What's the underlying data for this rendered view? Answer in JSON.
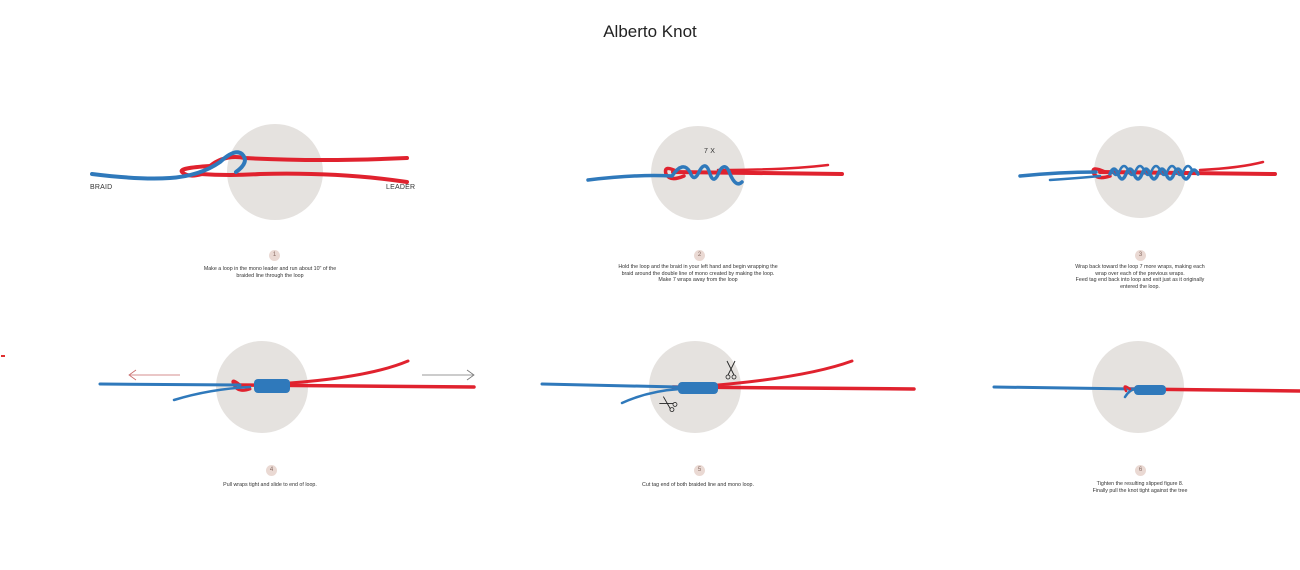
{
  "title": "Alberto Knot",
  "colors": {
    "braid": "#2f79bb",
    "mono": "#e0222e",
    "circle": "#e5e2df",
    "badge": "#ead9d3",
    "arrow": "#c86a6a"
  },
  "labels": {
    "braid": "BRAID",
    "leader": "LEADER",
    "wraps": "7 X"
  },
  "steps": [
    {
      "number": "1",
      "lines": [
        "Make a loop in the mono leader and run about 10\" of the",
        "braided line through the loop"
      ]
    },
    {
      "number": "2",
      "lines": [
        "Hold the loop and the braid in your left hand and begin wrapping the",
        "braid around the double line of mono created by making the loop.",
        "Make 7 wraps away from the loop"
      ]
    },
    {
      "number": "3",
      "lines": [
        "Wrap back toward the loop 7 more wraps, making each",
        "wrap over each of the previous wraps.",
        "Feed tag end back into loop and exit just as it originally",
        "entered the loop."
      ]
    },
    {
      "number": "4",
      "lines": [
        "Pull wraps tight and slide to end of loop."
      ]
    },
    {
      "number": "5",
      "lines": [
        "Cut tag end of both braided line and mono loop."
      ]
    },
    {
      "number": "6",
      "lines": [
        "Tighten the resulting slipped figure 8.",
        "Finally pull the knot tight against the tree"
      ]
    }
  ],
  "icons": {
    "scissors": "scissors-icon",
    "arrow_left": "arrow-left-icon",
    "arrow_right": "arrow-right-icon"
  }
}
